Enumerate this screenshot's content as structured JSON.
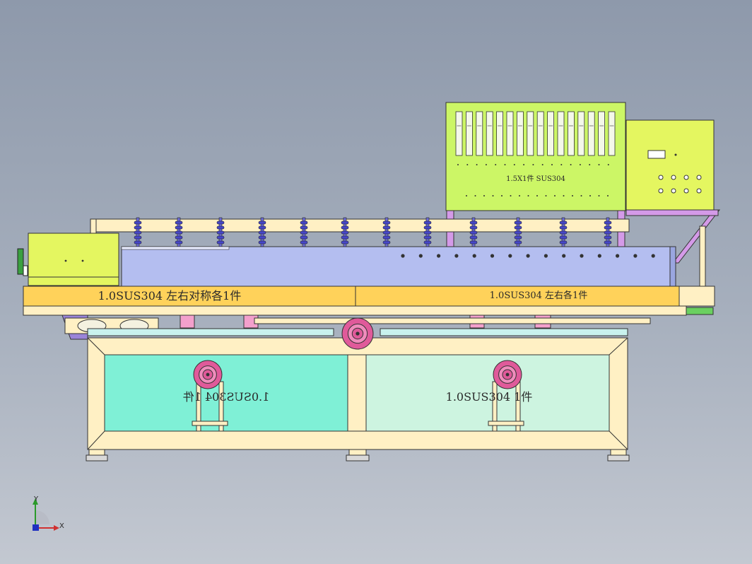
{
  "viewport": {
    "background_top": "#8e99ab",
    "background_bottom": "#c3c8d1"
  },
  "parts": {
    "cabinet_label": "1.5X1件 SUS304",
    "front_left_label": "1.0SUS304 左右对称各1件",
    "front_right_label": "1.0SUS304 左右各1件",
    "panel_left_label": "1.0SUS304 1件",
    "panel_right_label": "1.0SUS304 1件"
  },
  "triad": {
    "x_label": "X",
    "y_label": "Y"
  },
  "colors": {
    "cabinet": "#ccf666",
    "control_box": "#e4f660",
    "conveyor": "#b4bef0",
    "front_plate": "#ffd25a",
    "frame": "#fff0c4",
    "panel": "#7ff0d6",
    "roller": "#e05a9a",
    "spring": "#4646c8",
    "support": "#d49ae8"
  }
}
